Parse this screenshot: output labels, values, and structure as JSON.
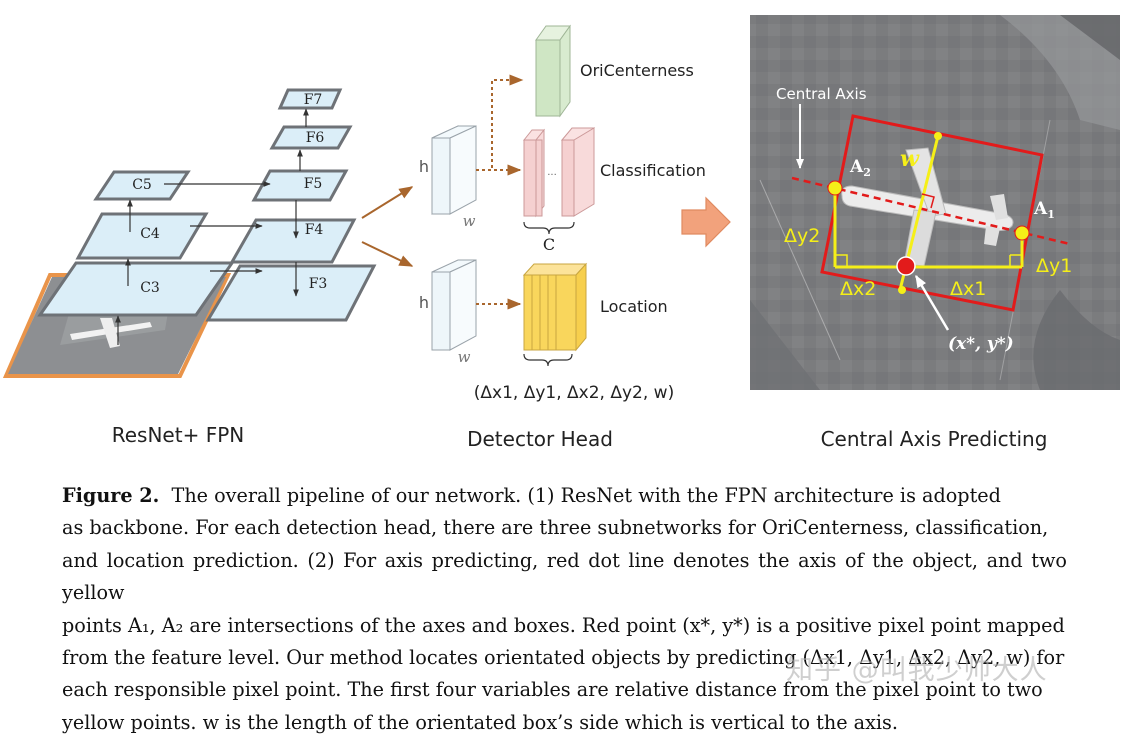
{
  "backbone": {
    "levels_left": [
      "C5",
      "C4",
      "C3"
    ],
    "levels_right": [
      "F7",
      "F6",
      "F5",
      "F4",
      "F3"
    ],
    "title": "ResNet+ FPN"
  },
  "head": {
    "title": "Detector Head",
    "h_label": "h",
    "w_label": "w",
    "dots": "...",
    "outputs": {
      "oricenterness": "OriCenterness",
      "classification": "Classification",
      "location": "Location"
    },
    "c_label": "C",
    "location_vector": "(Δx1, Δy1, Δx2, Δy2, w)"
  },
  "axis_panel": {
    "title": "Central Axis Predicting",
    "central_axis_label": "Central Axis",
    "w_label": "w",
    "a1": "A",
    "a1_sub": "1",
    "a2": "A",
    "a2_sub": "2",
    "dy2": "Δy2",
    "dy1": "Δy1",
    "dx2": "Δx2",
    "dx1": "Δx1",
    "point_label": "(x*, y*)"
  },
  "colors": {
    "feature_fill": "#dbeef8",
    "feature_stroke": "#6e7277",
    "oricenterness": "#cfe6c4",
    "classification": "#f5d0d0",
    "location": "#f9d65c",
    "arrow_orange": "#a9662d",
    "big_arrow": "#f2a27c",
    "box_red": "#e21b1b",
    "axis_yellow": "#f5ef18"
  },
  "caption": {
    "figure_label": "Figure 2.",
    "lines": [
      "The overall pipeline of our network.  (1) ResNet with the FPN architecture is adopted",
      "as backbone. For each detection head, there are three subnetworks for OriCenterness, classification,",
      "and location prediction. (2) For axis predicting, red dot line denotes the axis of the object, and two yellow",
      "points A₁, A₂ are intersections of the axes and boxes. Red point (x*, y*) is a positive pixel point mapped",
      "from the feature level. Our method locates orientated objects by predicting (Δx1, Δy1, Δx2, Δy2, w) for",
      "each responsible pixel point. The first four variables are relative distance from the pixel point to two",
      "yellow points. w is the length of the orientated box’s side which is vertical to the axis."
    ]
  },
  "watermark": "知乎 @叫我少帅大人"
}
